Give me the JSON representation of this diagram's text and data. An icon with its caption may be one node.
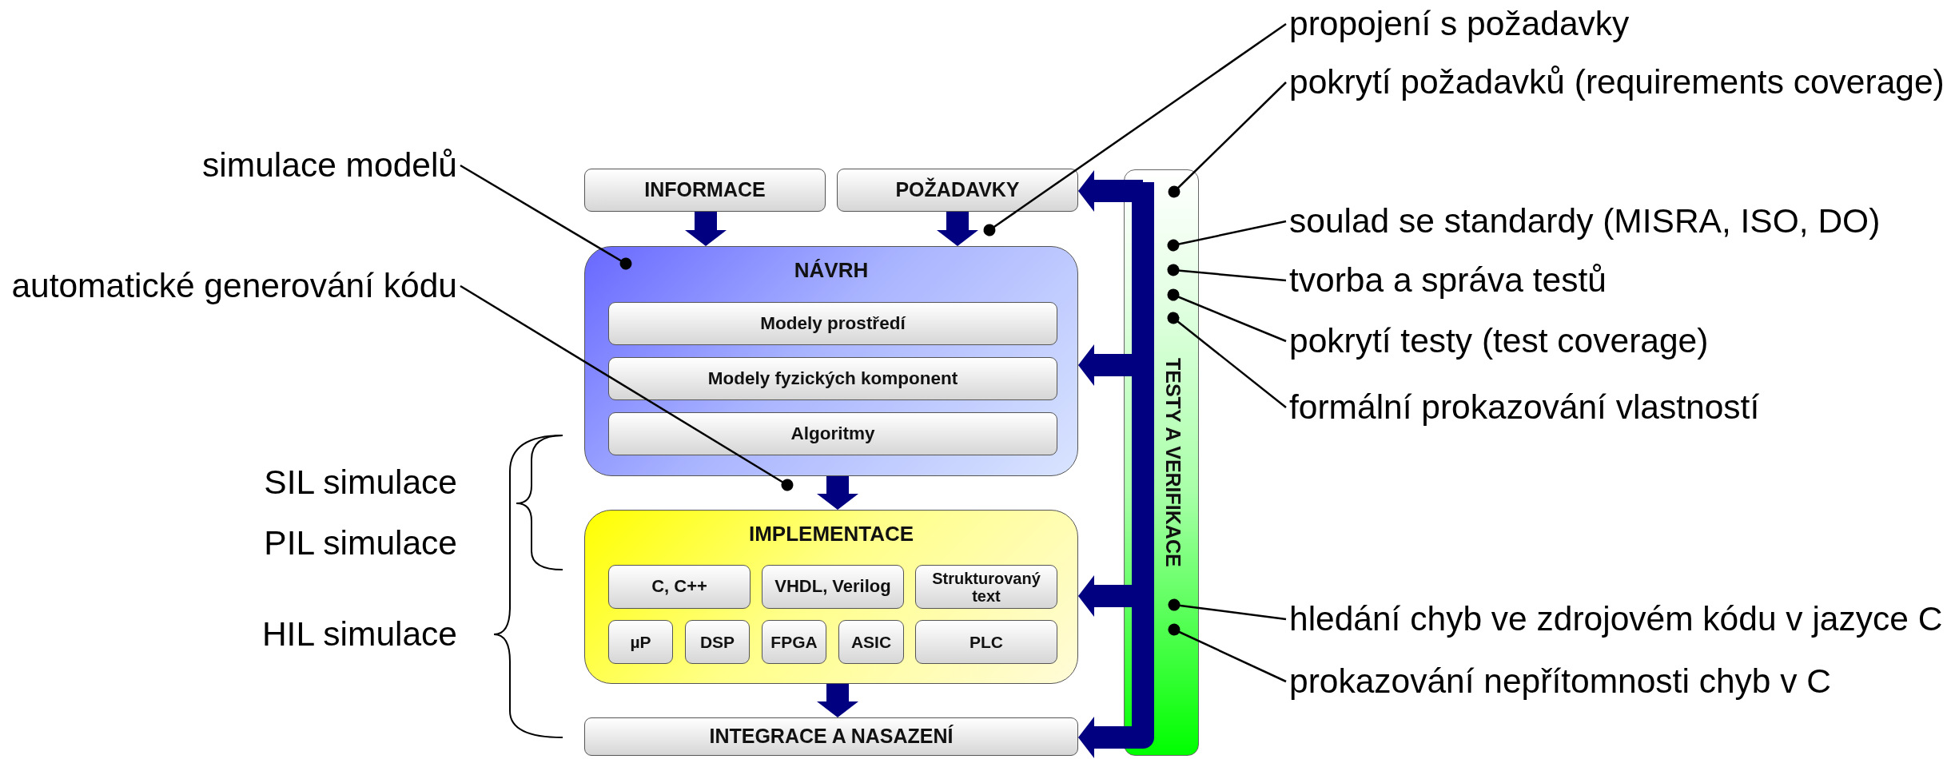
{
  "diagram": {
    "nodes": [
      {
        "text": [
          "INFORMACE"
        ]
      },
      {
        "text": [
          "POŽADAVKY"
        ]
      },
      {
        "text": [
          "NÁVRH"
        ]
      },
      {
        "text": [
          "Modely prostředí"
        ],
        "in": 2
      },
      {
        "text": [
          "Modely fyzických komponent"
        ],
        "in": 2
      },
      {
        "text": [
          "Algoritmy"
        ],
        "in": 2
      },
      {
        "text": [
          "IMPLEMENTACE"
        ]
      },
      {
        "text": [
          "C, C++"
        ],
        "in": 6
      },
      {
        "text": [
          "VHDL, Verilog"
        ],
        "in": 6
      },
      {
        "text": [
          "Strukturovaný text"
        ],
        "in": 6
      },
      {
        "text": [
          "µP"
        ],
        "in": 6
      },
      {
        "text": [
          "DSP"
        ],
        "in": 6
      },
      {
        "text": [
          "FPGA"
        ],
        "in": 6
      },
      {
        "text": [
          "ASIC"
        ],
        "in": 6
      },
      {
        "text": [
          "PLC"
        ],
        "in": 6
      },
      {
        "text": [
          "INTEGRACE A NASAZENÍ"
        ]
      },
      {
        "text": [
          "TESTY A VERIFIKACE"
        ]
      },
      {
        "text": [
          "simulace modelů"
        ]
      },
      {
        "text": [
          "automatické generování kódu"
        ]
      },
      {
        "text": [
          "propojení s požadavky"
        ]
      },
      {
        "text": [
          "pokrytí požadavků (requirements coverage)"
        ]
      },
      {
        "text": [
          "soulad se standardy (MISRA, ISO, DO)"
        ]
      },
      {
        "text": [
          "tvorba a správa testů"
        ]
      },
      {
        "text": [
          "pokrytí testy (test coverage)"
        ]
      },
      {
        "text": [
          "formální prokazování vlastností"
        ]
      },
      {
        "text": [
          "hledání chyb ve zdrojovém kódu v jazyce C"
        ]
      },
      {
        "text": [
          "prokazování nepřítomnosti chyb v C"
        ]
      }
    ],
    "edges": [
      {
        "from": 0,
        "to": 2,
        "arrow": "to",
        "style": "thick",
        "color": "#000080"
      },
      {
        "from": 1,
        "to": 2,
        "arrow": "to",
        "style": "thick",
        "color": "#000080"
      },
      {
        "from": 2,
        "to": 6,
        "arrow": "to",
        "style": "thick",
        "color": "#000080"
      },
      {
        "from": 6,
        "to": 15,
        "arrow": "to",
        "style": "thick",
        "color": "#000080"
      },
      {
        "from": 16,
        "to": 1,
        "arrow": "to",
        "style": "thick",
        "color": "#000080"
      },
      {
        "from": 16,
        "to": 2,
        "arrow": "to",
        "style": "thick",
        "color": "#000080"
      },
      {
        "from": 16,
        "to": 6,
        "arrow": "to",
        "style": "thick",
        "color": "#000080"
      },
      {
        "from": 16,
        "to": 15,
        "arrow": "to",
        "style": "thick",
        "color": "#000080"
      },
      {
        "from": 17,
        "to": 2,
        "arrow": "other"
      },
      {
        "from": 18,
        "to": 6,
        "arrow": "other"
      },
      {
        "from": 19,
        "to": 1,
        "arrow": "other"
      },
      {
        "from": 20,
        "to": 16,
        "arrow": "other"
      },
      {
        "from": 21,
        "to": 16,
        "arrow": "other"
      },
      {
        "from": 22,
        "to": 16,
        "arrow": "other"
      },
      {
        "from": 23,
        "to": 16,
        "arrow": "other"
      },
      {
        "from": 24,
        "to": 16,
        "arrow": "other"
      },
      {
        "from": 25,
        "to": 16,
        "arrow": "other"
      },
      {
        "from": 26,
        "to": 16,
        "arrow": "other"
      }
    ],
    "labels": [
      "SIL simulace",
      "PIL simulace",
      "HIL simulace"
    ]
  }
}
